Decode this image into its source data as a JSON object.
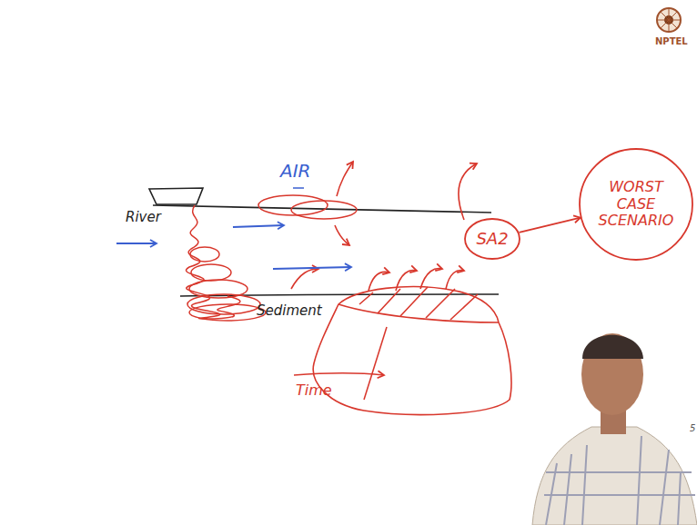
{
  "diagram": {
    "nodes": [
      {
        "text": [
          "SA2"
        ]
      },
      {
        "text": [
          "WORST CASE SCENARIO"
        ]
      }
    ],
    "edges": [
      {
        "from": 0,
        "to": 1,
        "arrow": "to"
      }
    ],
    "labels": [
      "AIR",
      "River",
      "Sediment",
      "Time",
      "NPTEL",
      "5"
    ]
  }
}
